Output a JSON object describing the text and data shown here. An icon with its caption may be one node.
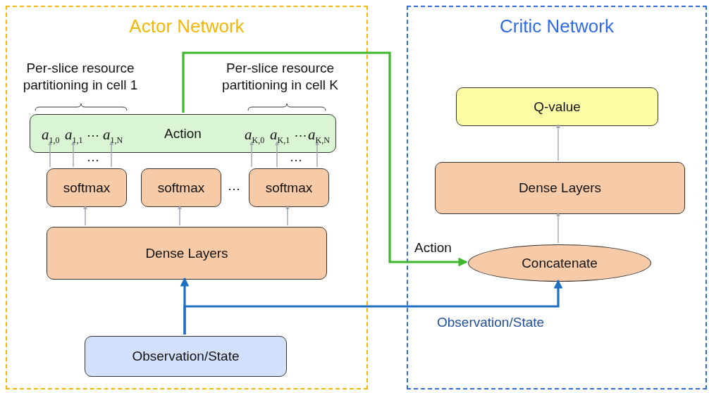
{
  "diagram": {
    "nodes": [
      {
        "text": [
          "Actor Network"
        ]
      },
      {
        "text": [
          "Critic Network"
        ]
      },
      {
        "text": [
          "Action"
        ],
        "in": 0
      },
      {
        "text": [
          "*a*$_{1,0}$"
        ],
        "in": 2
      },
      {
        "text": [
          "*a*$_{1,1}$"
        ],
        "in": 2
      },
      {
        "text": [
          "*a*$_{1,N}$"
        ],
        "in": 2
      },
      {
        "text": [
          "*a*$_{K,0}$"
        ],
        "in": 2
      },
      {
        "text": [
          "*a*$_{K,1}$"
        ],
        "in": 2
      },
      {
        "text": [
          "*a*$_{K,N}$"
        ],
        "in": 2
      },
      {
        "text": [
          "softmax"
        ],
        "in": 0
      },
      {
        "text": [
          "softmax"
        ],
        "in": 0
      },
      {
        "text": [
          "softmax"
        ],
        "in": 0
      },
      {
        "text": [
          "Dense Layers"
        ],
        "in": 0
      },
      {
        "text": [
          "Observation/State"
        ],
        "in": 0
      },
      {
        "text": [
          "Q-value"
        ],
        "in": 1
      },
      {
        "text": [
          "Dense Layers"
        ],
        "in": 1
      },
      {
        "text": [
          "Concatenate"
        ],
        "in": 1
      }
    ],
    "edges": [
      {
        "from": 9,
        "to": 3,
        "arrow": "to"
      },
      {
        "from": 9,
        "to": 4,
        "arrow": "to"
      },
      {
        "from": 9,
        "to": 5,
        "arrow": "to"
      },
      {
        "from": 11,
        "to": 6,
        "arrow": "to"
      },
      {
        "from": 11,
        "to": 7,
        "arrow": "to"
      },
      {
        "from": 11,
        "to": 8,
        "arrow": "to"
      },
      {
        "from": 12,
        "to": 9,
        "arrow": "to"
      },
      {
        "from": 12,
        "to": 10,
        "arrow": "to"
      },
      {
        "from": 12,
        "to": 11,
        "arrow": "to"
      },
      {
        "from": 13,
        "to": 12,
        "arrow": "to",
        "style": "thick",
        "color": "#1f6fc0"
      },
      {
        "from": 13,
        "to": 16,
        "arrow": "to",
        "label": "Observation/State",
        "style": "thick",
        "color": "#1f6fc0"
      },
      {
        "from": 2,
        "to": 16,
        "arrow": "to",
        "label": "Action",
        "style": "thick",
        "color": "#3cb72c"
      },
      {
        "from": 16,
        "to": 15,
        "arrow": "to"
      },
      {
        "from": 15,
        "to": 14,
        "arrow": "to"
      }
    ],
    "labels": [
      "Per-slice resource partitioning in cell 1",
      "Per-slice resource partitioning in cell K",
      "…",
      "…",
      "…",
      "…",
      "…"
    ]
  }
}
